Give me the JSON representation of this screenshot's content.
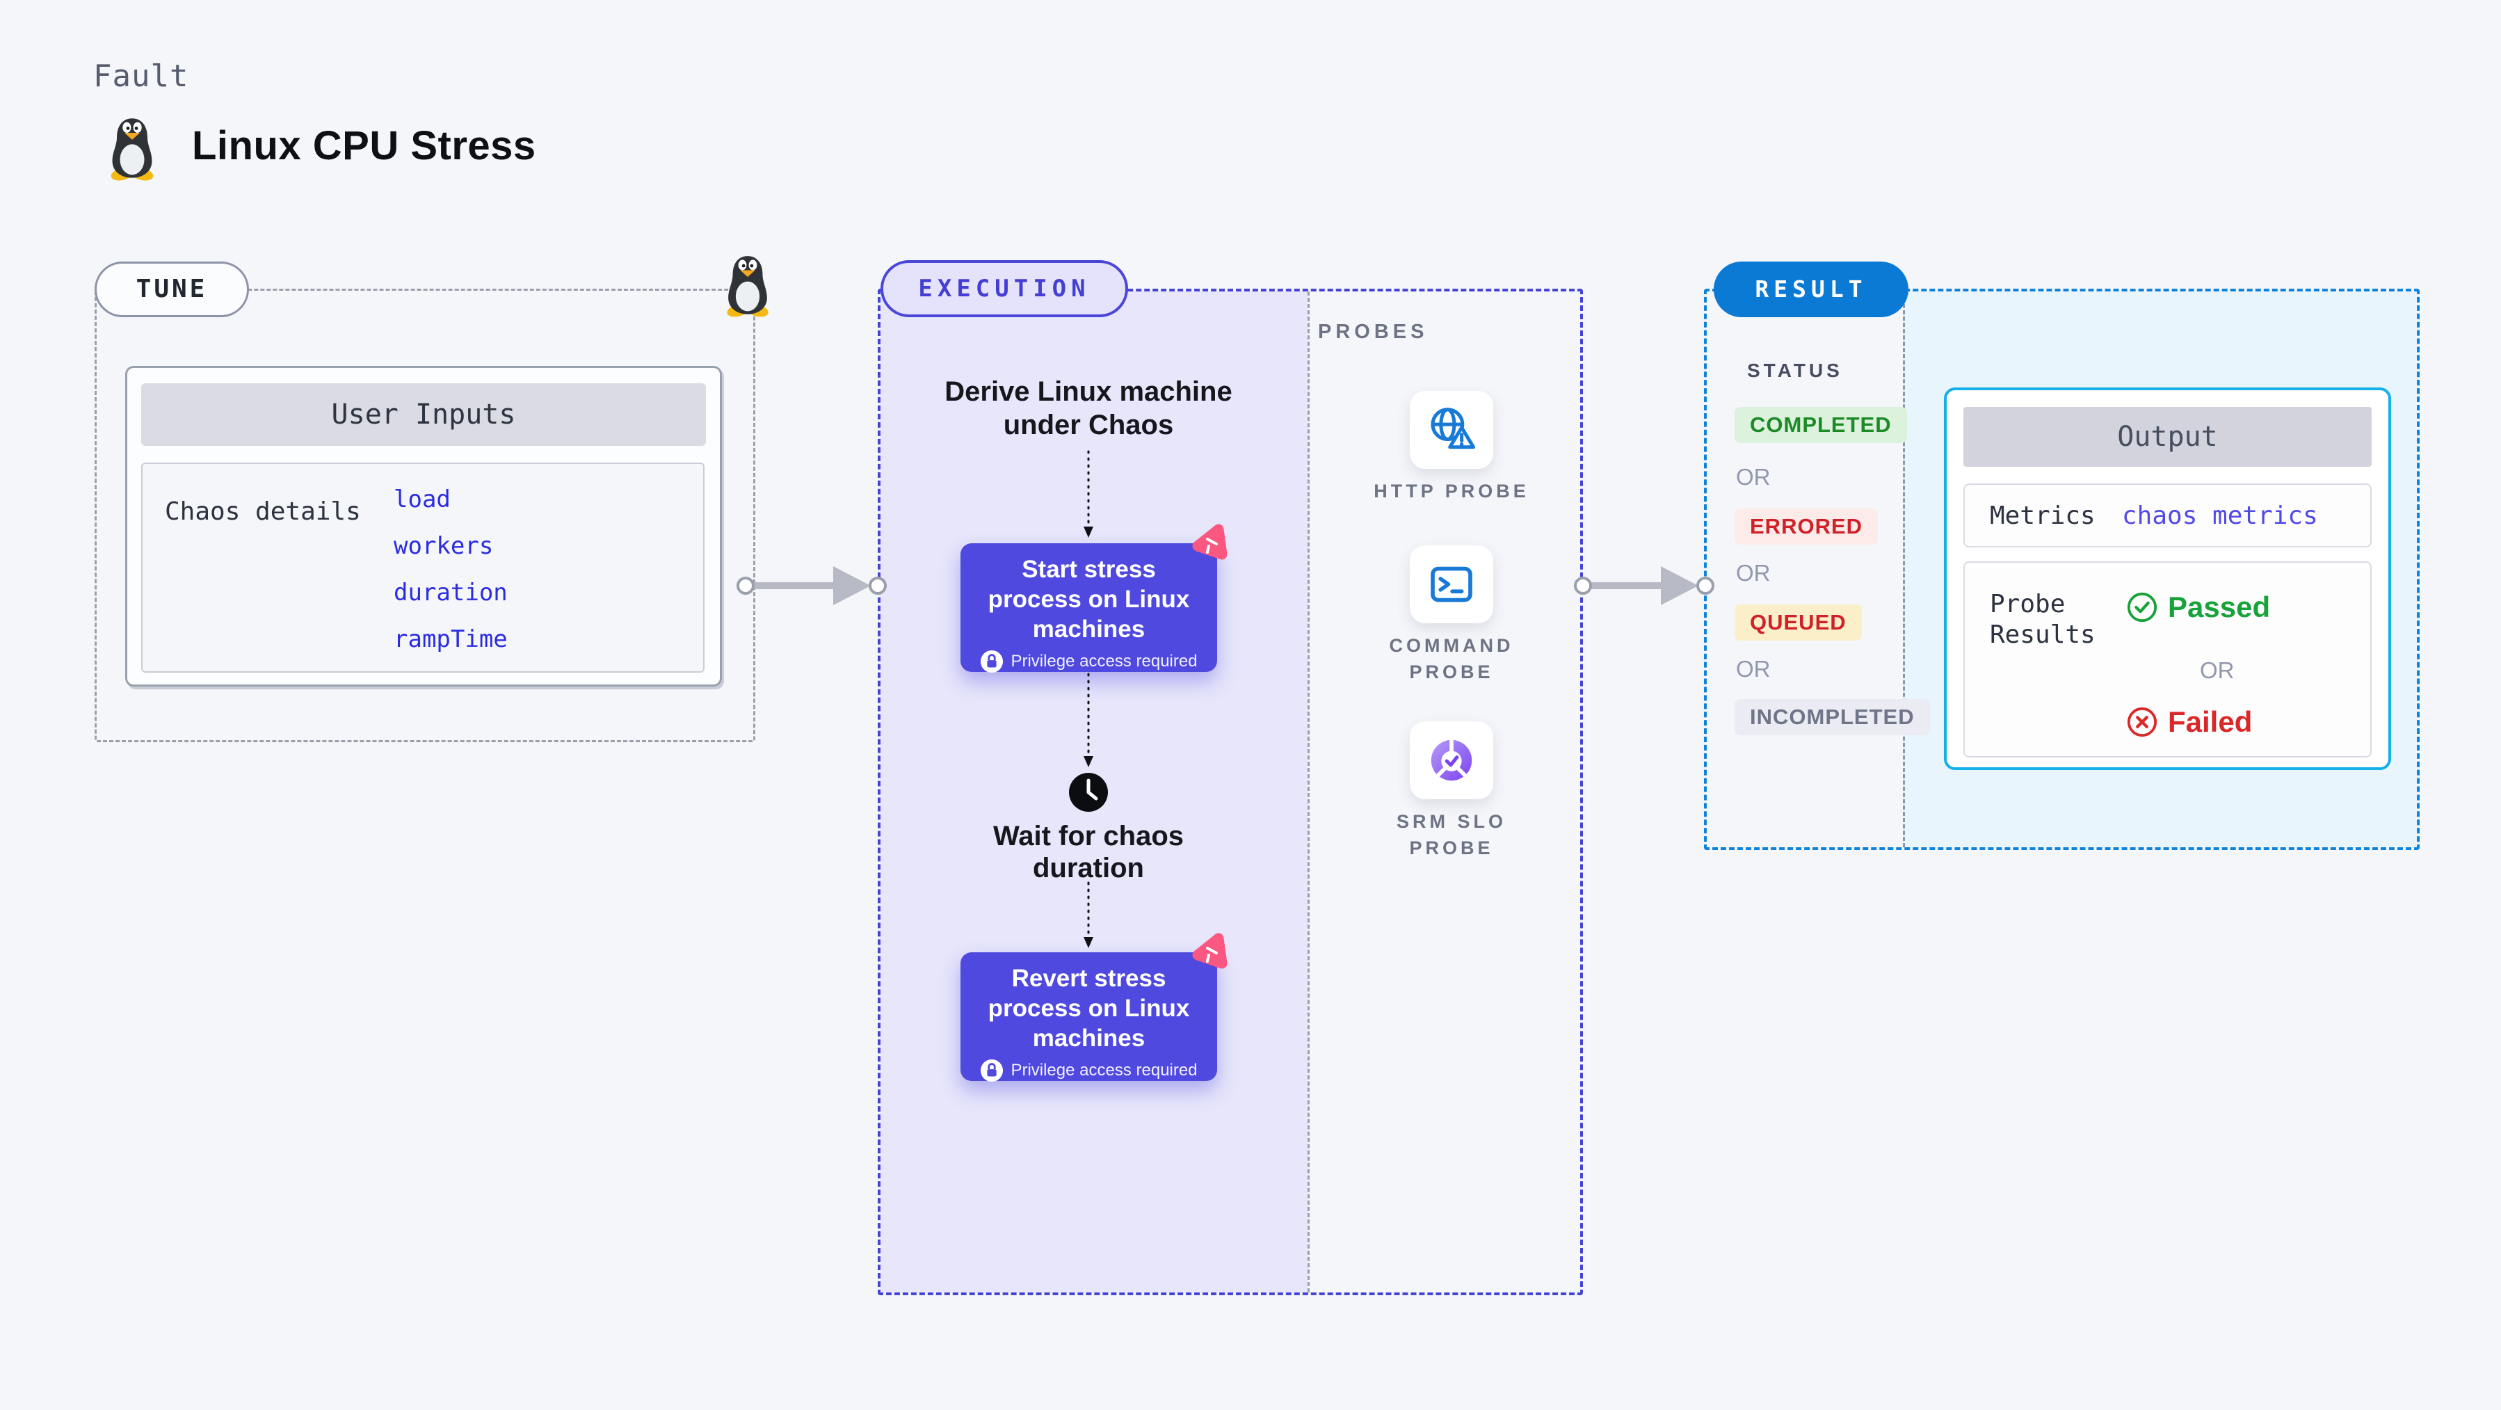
{
  "header": {
    "kicker": "Fault",
    "title": "Linux CPU Stress",
    "platform_icon": "linux-tux-icon"
  },
  "tune": {
    "label": "TUNE",
    "card_title": "User Inputs",
    "row_label": "Chaos details",
    "inputs": [
      "load",
      "workers",
      "duration",
      "rampTime"
    ]
  },
  "execution": {
    "label": "EXECUTION",
    "derive_text": "Derive Linux machine under Chaos",
    "wait_text": "Wait for chaos duration",
    "steps": [
      {
        "title": "Start stress process on Linux machines",
        "note": "Privilege access required"
      },
      {
        "title": "Revert stress process on Linux machines",
        "note": "Privilege access required"
      }
    ]
  },
  "probes": {
    "label": "PROBES",
    "items": [
      {
        "name": "HTTP PROBE",
        "icon": "globe-alert-icon"
      },
      {
        "name": "COMMAND PROBE",
        "icon": "terminal-icon"
      },
      {
        "name": "SRM SLO PROBE",
        "icon": "slo-gauge-icon"
      }
    ]
  },
  "result": {
    "label": "RESULT",
    "status_label": "STATUS",
    "or_label": "OR",
    "statuses": [
      {
        "text": "COMPLETED",
        "kind": "success"
      },
      {
        "text": "ERRORED",
        "kind": "error"
      },
      {
        "text": "QUEUED",
        "kind": "warning"
      },
      {
        "text": "INCOMPLETED",
        "kind": "muted"
      }
    ],
    "output": {
      "title": "Output",
      "metrics_label": "Metrics",
      "metrics_value": "chaos metrics",
      "probe_results_label": "Probe Results",
      "passed_label": "Passed",
      "failed_label": "Failed"
    }
  },
  "colors": {
    "page_bg": "#f5f6fa",
    "execution_fill": "#e7e6fb",
    "execution_border": "#4644d4",
    "step_button": "#4f49df",
    "litmus_pink": "#fa5781",
    "result_pill": "#0a7ad4",
    "result_fill": "#e9f5fc",
    "output_border": "#16b0e8",
    "link_blue": "#2b2ce0",
    "metrics_link": "#5149e8",
    "passed_green": "#18a23a",
    "failed_red": "#da2727",
    "completed_badge": "#1d8a28",
    "errored_badge": "#cf2127",
    "probe_icon_blue": "#177ad6",
    "slo_purple": "#7d42ee"
  }
}
